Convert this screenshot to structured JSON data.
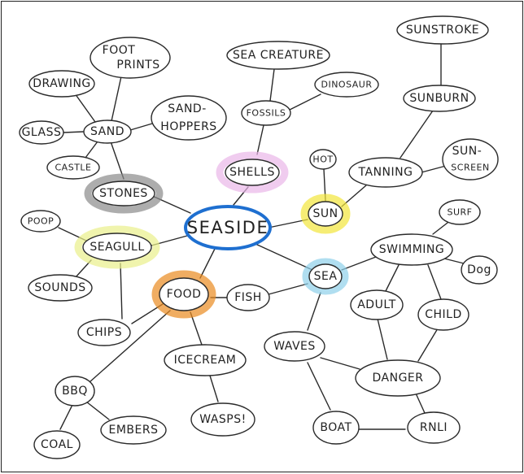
{
  "colors": {
    "ink": "#2a2a2a",
    "central_blue": "#1e6fd0",
    "highlight_grey": "#8a8a8a",
    "highlight_pink": "#eab6e8",
    "highlight_yellow": "#f2e63a",
    "highlight_lime": "#e9f08a",
    "highlight_orange": "#e98a1f",
    "highlight_lightblue": "#8fd0ea"
  },
  "nodes": {
    "seaside": "SEASIDE",
    "stones": "STONES",
    "sand": "SAND",
    "drawing": "DRAWING",
    "footprints_1": "FOOT",
    "footprints_2": "PRINTS",
    "glass": "GLASS",
    "castle": "CASTLE",
    "sandhoppers_1": "SAND-",
    "sandhoppers_2": "HOPPERS",
    "shells": "SHELLS",
    "fossils": "FOSSILS",
    "sea_creature": "SEA CREATURE",
    "dinosaur": "DINOSAUR",
    "sun": "SUN",
    "hot": "HOT",
    "tanning": "TANNING",
    "sunscreen_1": "SUN-",
    "sunscreen_2": "SCREEN",
    "sunburn": "SUNBURN",
    "sunstroke": "SUNSTROKE",
    "seagull": "SEAGULL",
    "poop": "POOP",
    "sounds": "SOUNDS",
    "chips": "CHIPS",
    "food": "FOOD",
    "fish": "FISH",
    "icecream": "ICECREAM",
    "wasps": "WASPS!",
    "bbq": "BBQ",
    "coal": "COAL",
    "embers": "EMBERS",
    "sea": "SEA",
    "swimming": "SWIMMING",
    "surf": "SURF",
    "dog": "Dog",
    "adult": "ADULT",
    "child": "CHILD",
    "waves": "WAVES",
    "danger": "DANGER",
    "boat": "BOAT",
    "rnli": "RNLI"
  }
}
